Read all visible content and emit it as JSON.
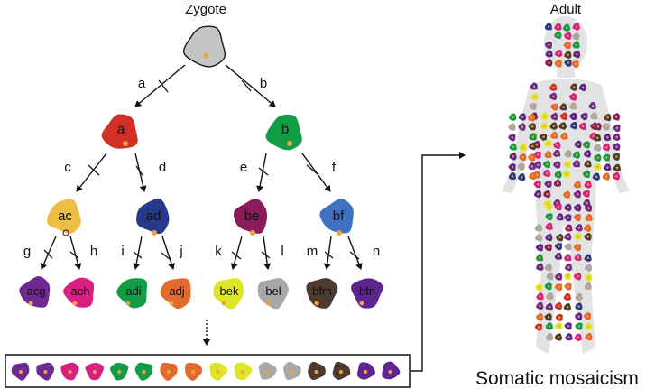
{
  "titles": {
    "left": "Zygote",
    "right": "Adult"
  },
  "caption": "Somatic mosaicism",
  "zygote": {
    "label": "",
    "color": "#c4c4c4"
  },
  "level1": [
    {
      "label": "a",
      "color": "#d22f27"
    },
    {
      "label": "b",
      "color": "#119c45"
    }
  ],
  "level2": [
    {
      "label": "ac",
      "color": "#edbd46"
    },
    {
      "label": "ad",
      "color": "#253a8b"
    },
    {
      "label": "be",
      "color": "#8a1c59"
    },
    {
      "label": "bf",
      "color": "#3f72c2"
    }
  ],
  "level3": [
    {
      "label": "acg",
      "color": "#6f2a91"
    },
    {
      "label": "ach",
      "color": "#d81f82"
    },
    {
      "label": "adi",
      "color": "#119c45"
    },
    {
      "label": "adj",
      "color": "#e36a2e"
    },
    {
      "label": "bek",
      "color": "#dfe629"
    },
    {
      "label": "bel",
      "color": "#a8a8a8"
    },
    {
      "label": "bfm",
      "color": "#4e3b2f"
    },
    {
      "label": "bfn",
      "color": "#5e248f"
    }
  ],
  "mutations": [
    "a",
    "b",
    "c",
    "d",
    "e",
    "f",
    "g",
    "h",
    "i",
    "j",
    "k",
    "l",
    "m",
    "n"
  ],
  "row_colors": [
    "#6f2a91",
    "#6f2a91",
    "#d81f82",
    "#d81f82",
    "#119c45",
    "#119c45",
    "#e36a2e",
    "#e36a2e",
    "#dfe629",
    "#dfe629",
    "#a8a8a8",
    "#a8a8a8",
    "#4e3b2f",
    "#4e3b2f",
    "#5e248f",
    "#5e248f"
  ],
  "colors": {
    "nucleus": "#f0a33a",
    "outline": "#1a1a1a",
    "body": "#e3e3e3",
    "arrow": "#111111"
  }
}
